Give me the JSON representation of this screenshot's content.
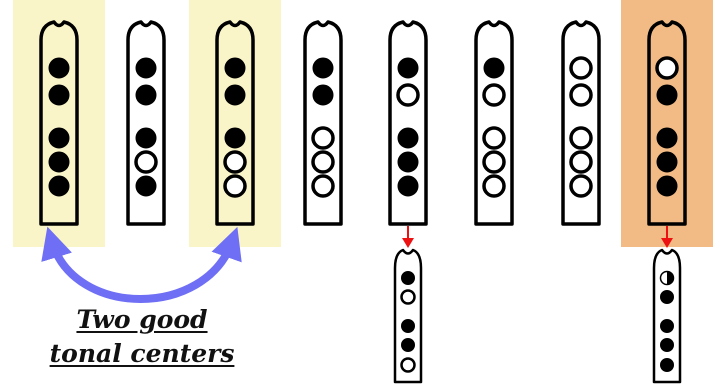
{
  "caption": {
    "line1": "Two good",
    "line2": "tonal centers"
  },
  "colors": {
    "yellow_highlight": "#FAF5C8",
    "orange_highlight": "#F2BB85",
    "arc": "#6F6FF5",
    "arrow": "#EE1111",
    "ink": "#000000"
  },
  "fingerings": [
    {
      "highlight": "yellow",
      "holes": [
        "closed",
        "closed",
        "closed",
        "closed",
        "closed"
      ],
      "alternate": null
    },
    {
      "highlight": "none",
      "holes": [
        "closed",
        "closed",
        "closed",
        "open",
        "closed"
      ],
      "alternate": null
    },
    {
      "highlight": "yellow",
      "holes": [
        "closed",
        "closed",
        "closed",
        "open",
        "open"
      ],
      "alternate": null
    },
    {
      "highlight": "none",
      "holes": [
        "closed",
        "closed",
        "open",
        "open",
        "open"
      ],
      "alternate": null
    },
    {
      "highlight": "none",
      "holes": [
        "closed",
        "open",
        "closed",
        "closed",
        "closed"
      ],
      "alternate": {
        "holes": [
          "closed",
          "open",
          "closed",
          "closed",
          "open"
        ]
      }
    },
    {
      "highlight": "none",
      "holes": [
        "closed",
        "open",
        "open",
        "open",
        "open"
      ],
      "alternate": null
    },
    {
      "highlight": "none",
      "holes": [
        "open",
        "open",
        "open",
        "open",
        "open"
      ],
      "alternate": null
    },
    {
      "highlight": "orange",
      "holes": [
        "open",
        "closed",
        "closed",
        "closed",
        "closed"
      ],
      "alternate": {
        "holes": [
          "half",
          "closed",
          "closed",
          "closed",
          "closed"
        ]
      }
    }
  ]
}
